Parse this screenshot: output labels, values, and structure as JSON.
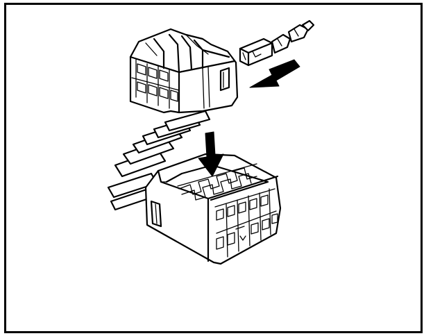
{
  "figure": {
    "background": "#ffffff",
    "stroke": "#000000",
    "panels": [
      {
        "id": "insert-terminal",
        "arrow": "terminal-insertion-arrow",
        "arrow_direction": "down-left"
      },
      {
        "id": "lock-retainer",
        "arrow": "push-down-arrow",
        "arrow_direction": "down"
      }
    ]
  }
}
